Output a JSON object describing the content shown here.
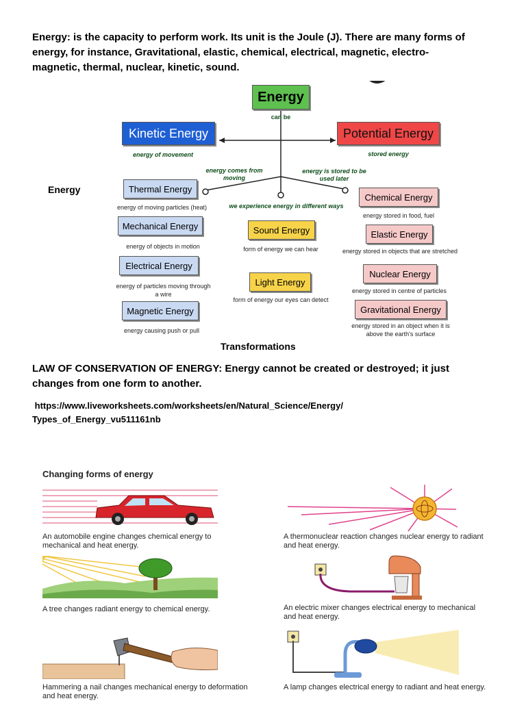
{
  "intro": {
    "line1": "Energy: is the capacity to perform work. Its unit is the Joule (J). There are many forms of",
    "line2": "energy, for instance, Gravitational, elastic, chemical, electrical, magnetic, electro-",
    "line3": "magnetic, thermal, nuclear, kinetic, sound."
  },
  "side_label": "Energy",
  "diagram": {
    "center": {
      "label": "Energy",
      "sub": "can be"
    },
    "kinetic": {
      "label": "Kinetic Energy",
      "sub": "energy of movement"
    },
    "potential": {
      "label": "Potential Energy",
      "sub": "stored energy"
    },
    "note_left": "energy comes from moving",
    "note_right": "energy is stored to be used later",
    "note_center": "we experience energy in different ways",
    "left_items": [
      {
        "label": "Thermal Energy",
        "sub": "energy of moving particles (heat)"
      },
      {
        "label": "Mechanical Energy",
        "sub": "energy of objects in motion"
      },
      {
        "label": "Electrical Energy",
        "sub": "energy of particles moving through a wire"
      },
      {
        "label": "Magnetic Energy",
        "sub": "energy causing push or pull"
      }
    ],
    "middle_items": [
      {
        "label": "Sound Energy",
        "sub": "form of energy we can hear"
      },
      {
        "label": "Light Energy",
        "sub": "form of energy our eyes can detect"
      }
    ],
    "right_items": [
      {
        "label": "Chemical Energy",
        "sub": "energy stored in food, fuel"
      },
      {
        "label": "Elastic Energy",
        "sub": "energy stored in objects that are stretched"
      },
      {
        "label": "Nuclear Energy",
        "sub": "energy stored in centre of particles"
      },
      {
        "label": "Gravitational Energy",
        "sub": "energy stored in an object when it is above the earth's surface"
      }
    ]
  },
  "transformations": "Transformations",
  "law": {
    "line1": "LAW OF CONSERVATION OF ENERGY: Energy cannot be created or destroyed; it just",
    "line2": "changes from one form to another."
  },
  "url": {
    "line1": "https://www.liveworksheets.com/worksheets/en/Natural_Science/Energy/",
    "line2": "Types_of_Energy_vu511161nb"
  },
  "changing_forms": {
    "title": "Changing forms of energy",
    "captions": {
      "car": "An automobile engine changes chemical energy to mechanical and heat energy.",
      "sun": "A thermonuclear reaction changes nuclear energy to radiant and heat energy.",
      "tree": "A tree changes radiant energy to chemical energy.",
      "mixer": "An electric mixer changes electrical energy to mechanical and heat energy.",
      "hammer": "Hammering a nail changes mechanical energy to deformation and heat energy.",
      "lamp": "A lamp changes electrical energy to radiant and heat energy."
    }
  }
}
